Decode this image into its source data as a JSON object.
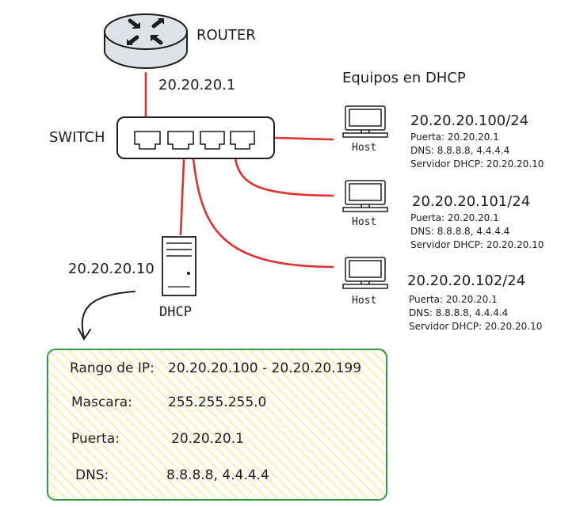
{
  "colors": {
    "link": "#e03131",
    "stroke": "#1e1e1e",
    "box_border": "#2f9e44",
    "hatch": "#ffec99",
    "router_fill": "#dee2e6"
  },
  "router": {
    "label": "ROUTER",
    "ip": "20.20.20.1",
    "icon": "router-icon"
  },
  "switch": {
    "label": "SWITCH",
    "icon": "switch-icon"
  },
  "dhcp_server": {
    "label": "DHCP",
    "ip": "20.20.20.10",
    "icon": "server-icon"
  },
  "hosts_title": "Equipos en DHCP",
  "hosts": [
    {
      "label": "Host",
      "ip": "20.20.20.100/24",
      "gateway": "Puerta: 20.20.20.1",
      "dns": "DNS: 8.8.8.8, 4.4.4.4",
      "dhcp": "Servidor DHCP: 20.20.20.10"
    },
    {
      "label": "Host",
      "ip": "20.20.20.101/24",
      "gateway": "Puerta: 20.20.20.1",
      "dns": "DNS: 8.8.8.8, 4.4.4.4",
      "dhcp": "Servidor DHCP: 20.20.20.10"
    },
    {
      "label": "Host",
      "ip": "20.20.20.102/24",
      "gateway": "Puerta: 20.20.20.1",
      "dns": "DNS: 8.8.8.8, 4.4.4.4",
      "dhcp": "Servidor DHCP: 20.20.20.10"
    }
  ],
  "config": {
    "range_label": "Rango de IP:",
    "range_value": "20.20.20.100 - 20.20.20.199",
    "mask_label": "Mascara:",
    "mask_value": "255.255.255.0",
    "gateway_label": "Puerta:",
    "gateway_value": "20.20.20.1",
    "dns_label": "DNS:",
    "dns_value": "8.8.8.8, 4.4.4.4"
  }
}
